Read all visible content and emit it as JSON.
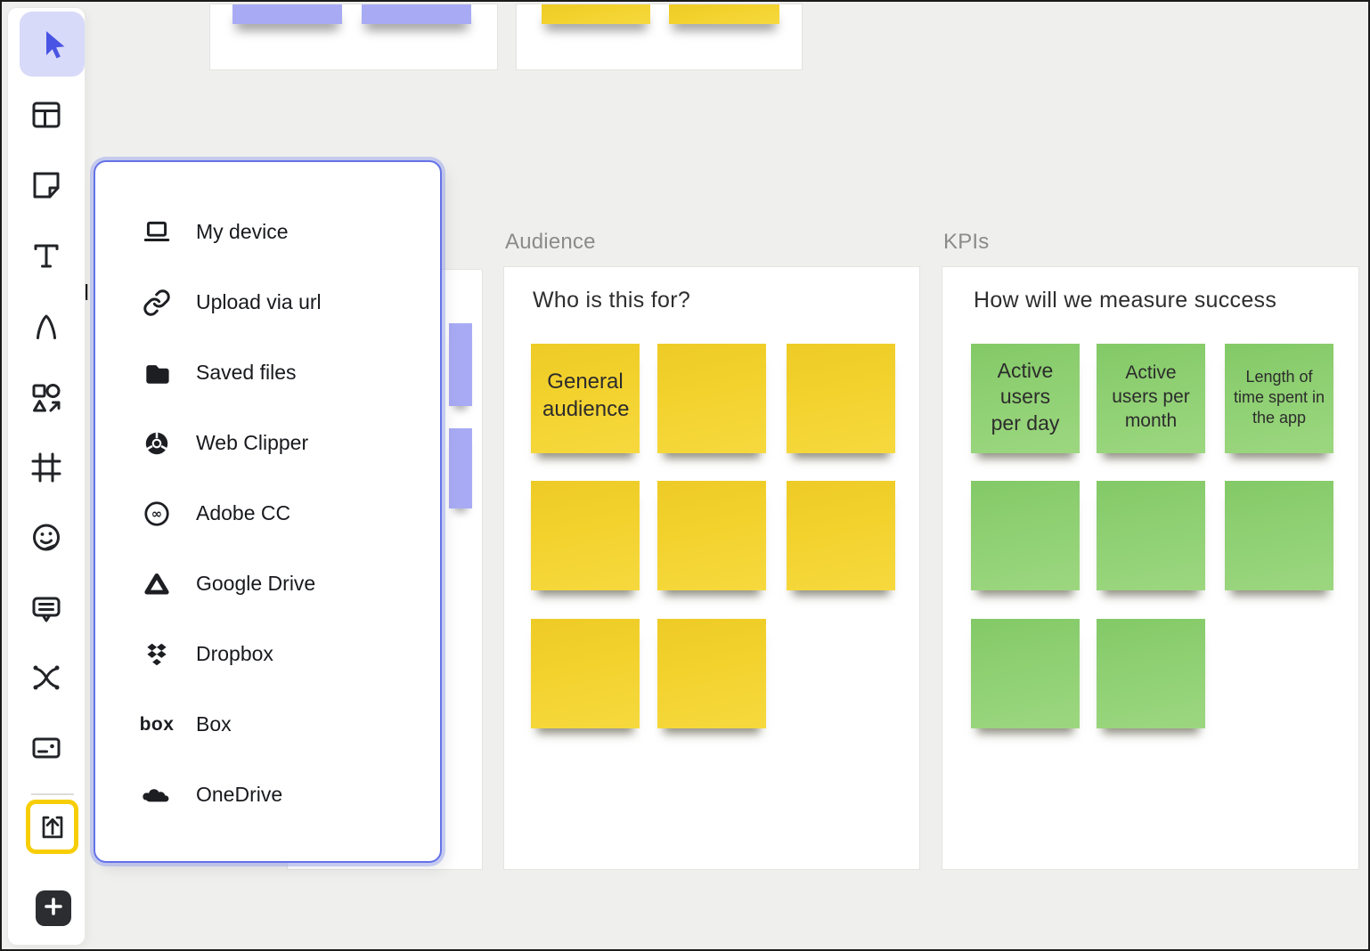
{
  "toolbar": {
    "tools": [
      {
        "name": "select",
        "icon": "cursor-icon",
        "selected": true
      },
      {
        "name": "templates",
        "icon": "templates-icon"
      },
      {
        "name": "sticky-note",
        "icon": "sticky-note-icon"
      },
      {
        "name": "text",
        "icon": "text-icon"
      },
      {
        "name": "pen",
        "icon": "pen-icon"
      },
      {
        "name": "shapes",
        "icon": "shapes-icon"
      },
      {
        "name": "frame",
        "icon": "frame-icon"
      },
      {
        "name": "sticker",
        "icon": "sticker-icon"
      },
      {
        "name": "comment",
        "icon": "comment-icon"
      },
      {
        "name": "connector",
        "icon": "connector-icon"
      },
      {
        "name": "card",
        "icon": "card-icon"
      },
      {
        "name": "upload",
        "icon": "upload-icon",
        "highlighted": true
      },
      {
        "name": "more-tools",
        "icon": "plus-icon"
      }
    ],
    "selected_bg": "#d7daf8",
    "cursor_color": "#4a54e4",
    "upload_highlight_color": "#f7ce05"
  },
  "upload_menu": {
    "border_color": "#6473e8",
    "items": [
      {
        "label": "My device",
        "icon": "laptop-icon"
      },
      {
        "label": "Upload via url",
        "icon": "link-icon"
      },
      {
        "label": "Saved files",
        "icon": "folder-icon"
      },
      {
        "label": "Web Clipper",
        "icon": "chrome-icon"
      },
      {
        "label": "Adobe CC",
        "icon": "adobe-cc-icon"
      },
      {
        "label": "Google Drive",
        "icon": "google-drive-icon"
      },
      {
        "label": "Dropbox",
        "icon": "dropbox-icon"
      },
      {
        "label": "Box",
        "icon": "box-wordmark-icon",
        "wordmark": "box"
      },
      {
        "label": "OneDrive",
        "icon": "onedrive-icon"
      }
    ]
  },
  "canvas": {
    "background": "#efefed",
    "note_colors": {
      "yellow": "#f3d22e",
      "green": "#8fd073",
      "purple": "#a8abf4"
    },
    "occluded_fragment": "d",
    "sections": [
      {
        "label": "Audience",
        "card_title": "Who is this for?",
        "note_color": "#f3d22e",
        "notes": [
          "General audience",
          "",
          "",
          "",
          "",
          "",
          "",
          ""
        ]
      },
      {
        "label": "KPIs",
        "card_title": "How will we measure success",
        "note_color": "#8fd073",
        "notes": [
          "Active users per day",
          "Active users per month",
          "Length of time spent in the app",
          "",
          "",
          "",
          "",
          ""
        ]
      }
    ]
  }
}
